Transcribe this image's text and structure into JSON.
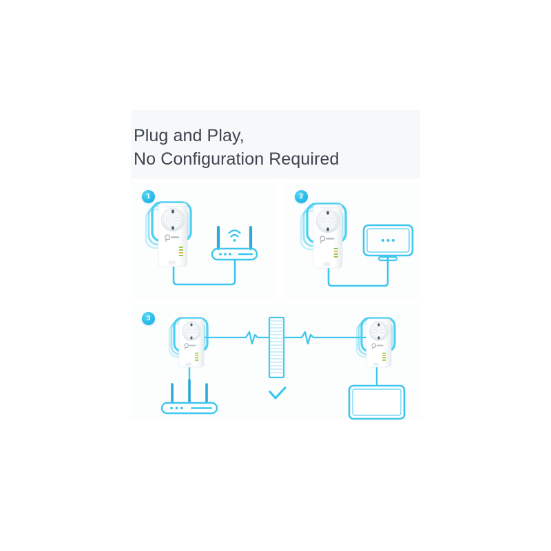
{
  "page": {
    "background_color": "#ffffff",
    "header_band_color": "#f7f8f9"
  },
  "heading": {
    "line1": "Plug and Play,",
    "line2": "No Configuration Required",
    "color": "#3d4450"
  },
  "colors": {
    "accent_cyan": "#3ec6ef",
    "accent_blue": "#2fa8d8",
    "glow_cyan": "#45cdf2",
    "badge_gradient_start": "#5fd8f5",
    "badge_gradient_end": "#1ea8de",
    "device_white": "#ffffff",
    "device_shadow": "#e3e8ec",
    "led_green": "#8cc63f",
    "led_amber": "#f2b134",
    "panel_background": "#fcfdfd"
  },
  "panels": [
    {
      "id": "panel-1",
      "badge": "1",
      "description": "Powerline adapter plugged into wall socket connected by cable to a wireless router",
      "devices": [
        {
          "name": "powerline-adapter",
          "label": "tp-link",
          "leds": 4
        },
        {
          "name": "wifi-router",
          "antennas": 2,
          "indicator_lights": 3,
          "wifi_signal": true
        }
      ]
    },
    {
      "id": "panel-2",
      "badge": "2",
      "description": "Powerline adapter plugged into wall socket connected by cable to a television",
      "devices": [
        {
          "name": "powerline-adapter",
          "label": "tp-link",
          "leds": 4
        },
        {
          "name": "television",
          "indicator_dots": 3
        }
      ]
    },
    {
      "id": "panel-3",
      "badge": "3",
      "description": "Two powerline adapters communicating through the electrical wiring across a wall; left adapter feeds a router, right adapter feeds a monitor",
      "devices": [
        {
          "name": "powerline-adapter-left",
          "label": "tp-link",
          "leds": 4
        },
        {
          "name": "wifi-router",
          "antennas": 3,
          "indicator_lights": 3
        },
        {
          "name": "wall-divider",
          "brick_rows": 18
        },
        {
          "name": "powerline-adapter-right",
          "label": "tp-link",
          "leds": 4
        },
        {
          "name": "desktop-monitor"
        }
      ],
      "status": {
        "name": "success-checkmark",
        "symbol": "check"
      }
    }
  ]
}
